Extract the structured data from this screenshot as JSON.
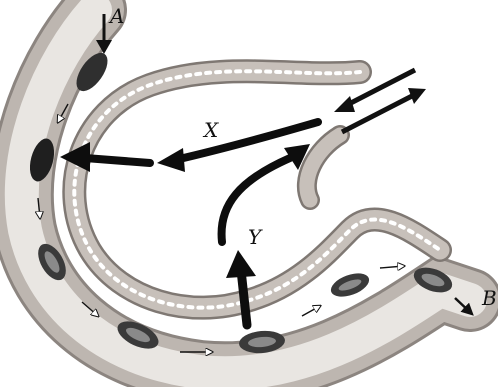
{
  "labels": {
    "a": "A",
    "b": "B",
    "x": "X",
    "y": "Y"
  },
  "colors": {
    "vessel_wall": "#b9b3ad",
    "vessel_wall_dark": "#8c8580",
    "lumen": "#e9e6e2",
    "background": "#ffffff",
    "cell_fill": "#3a3a3a",
    "cell_inner": "#8a8a8a",
    "arrow": "#0d0d0d",
    "outline": "#5b5550"
  },
  "icons": {
    "flow_arrow": "arrow-right-icon",
    "cell": "ellipse-cell"
  }
}
